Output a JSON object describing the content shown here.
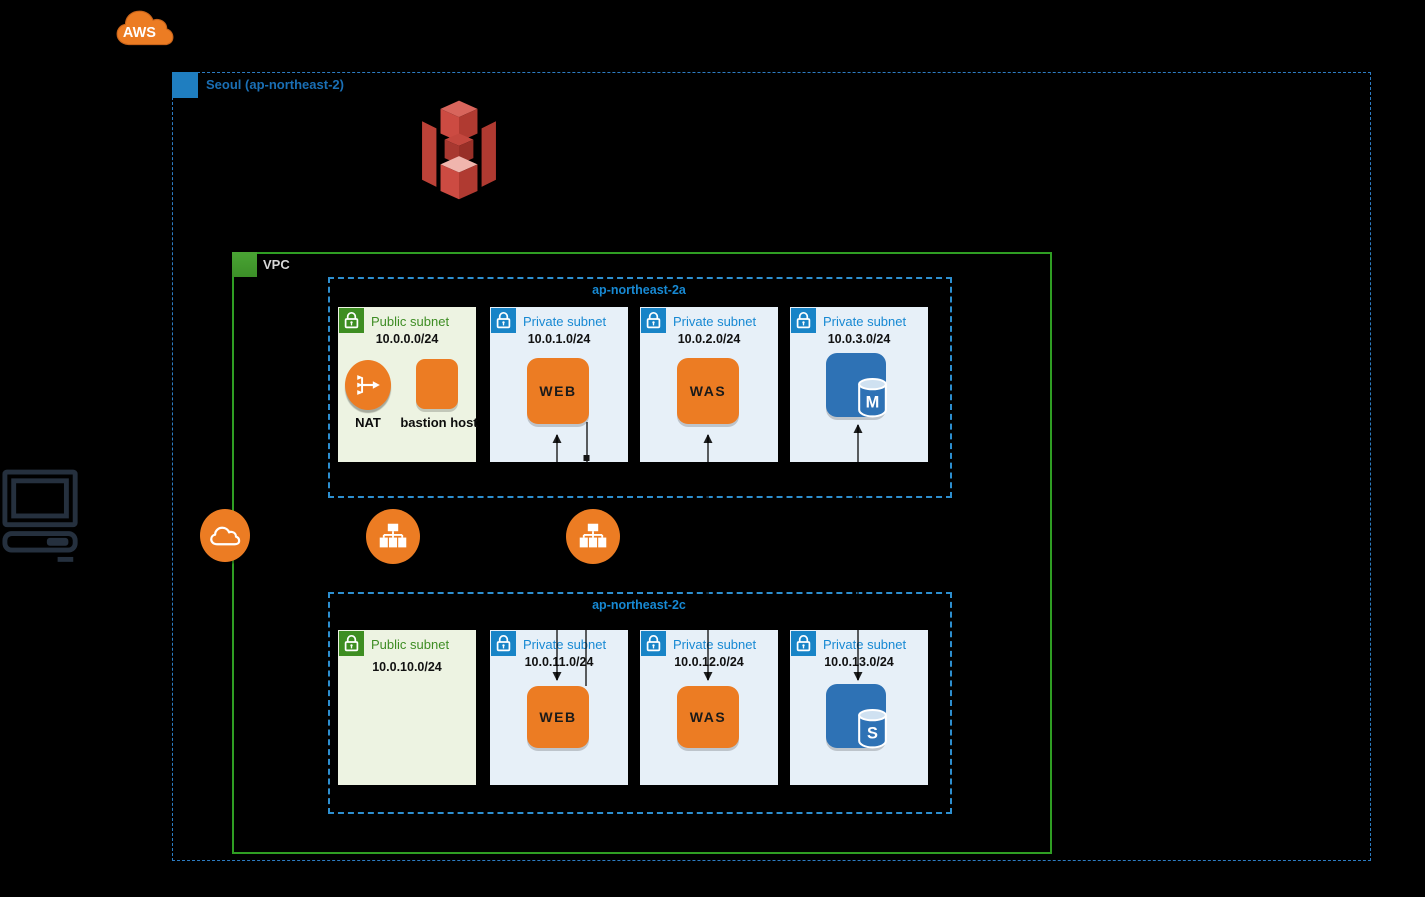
{
  "aws_cloud": {
    "label": "AWS"
  },
  "region": {
    "label": "Seoul (ap-northeast-2)"
  },
  "vpc": {
    "label": "VPC"
  },
  "azs": [
    {
      "label": "ap-northeast-2a",
      "subnets": [
        {
          "title": "Public subnet",
          "cidr": "10.0.0.0/24",
          "nat_label": "NAT",
          "bastion_label": "bastion host"
        },
        {
          "title": "Private subnet",
          "cidr": "10.0.1.0/24",
          "server_label": "WEB"
        },
        {
          "title": "Private subnet",
          "cidr": "10.0.2.0/24",
          "server_label": "WAS"
        },
        {
          "title": "Private subnet",
          "cidr": "10.0.3.0/24",
          "db_label": "M"
        }
      ]
    },
    {
      "label": "ap-northeast-2c",
      "subnets": [
        {
          "title": "Public subnet",
          "cidr": "10.0.10.0/24"
        },
        {
          "title": "Private subnet",
          "cidr": "10.0.11.0/24",
          "server_label": "WEB"
        },
        {
          "title": "Private subnet",
          "cidr": "10.0.12.0/24",
          "server_label": "WAS"
        },
        {
          "title": "Private subnet",
          "cidr": "10.0.13.0/24",
          "db_label": "S"
        }
      ]
    }
  ],
  "icons": {
    "aws_cloud": "aws-cloud-icon",
    "s3": "s3-bucket-icon",
    "internet_gateway": "internet-gateway-cloud-icon",
    "load_balancer": "elastic-load-balancer-icon",
    "nat": "nat-gateway-icon",
    "lock_public": "green-lock-icon",
    "lock_private": "blue-lock-icon",
    "client": "client-computer-icon",
    "db_master": "rds-master-icon",
    "db_standby": "rds-standby-icon"
  },
  "colors": {
    "background": "#000000",
    "aws_orange": "#EC7C23",
    "region_blue_border": "#2d7cc2",
    "region_badge_blue": "#1f7ec0",
    "az_blue": "#1789d3",
    "vpc_green_border": "#2f9e23",
    "public_subnet_bg": "#edf3e2",
    "private_subnet_bg": "#e7f0f8",
    "public_green": "#3e8d24",
    "private_blue": "#1884c7",
    "db_blue": "#2e72b5",
    "s3_red": "#cc4b42"
  }
}
